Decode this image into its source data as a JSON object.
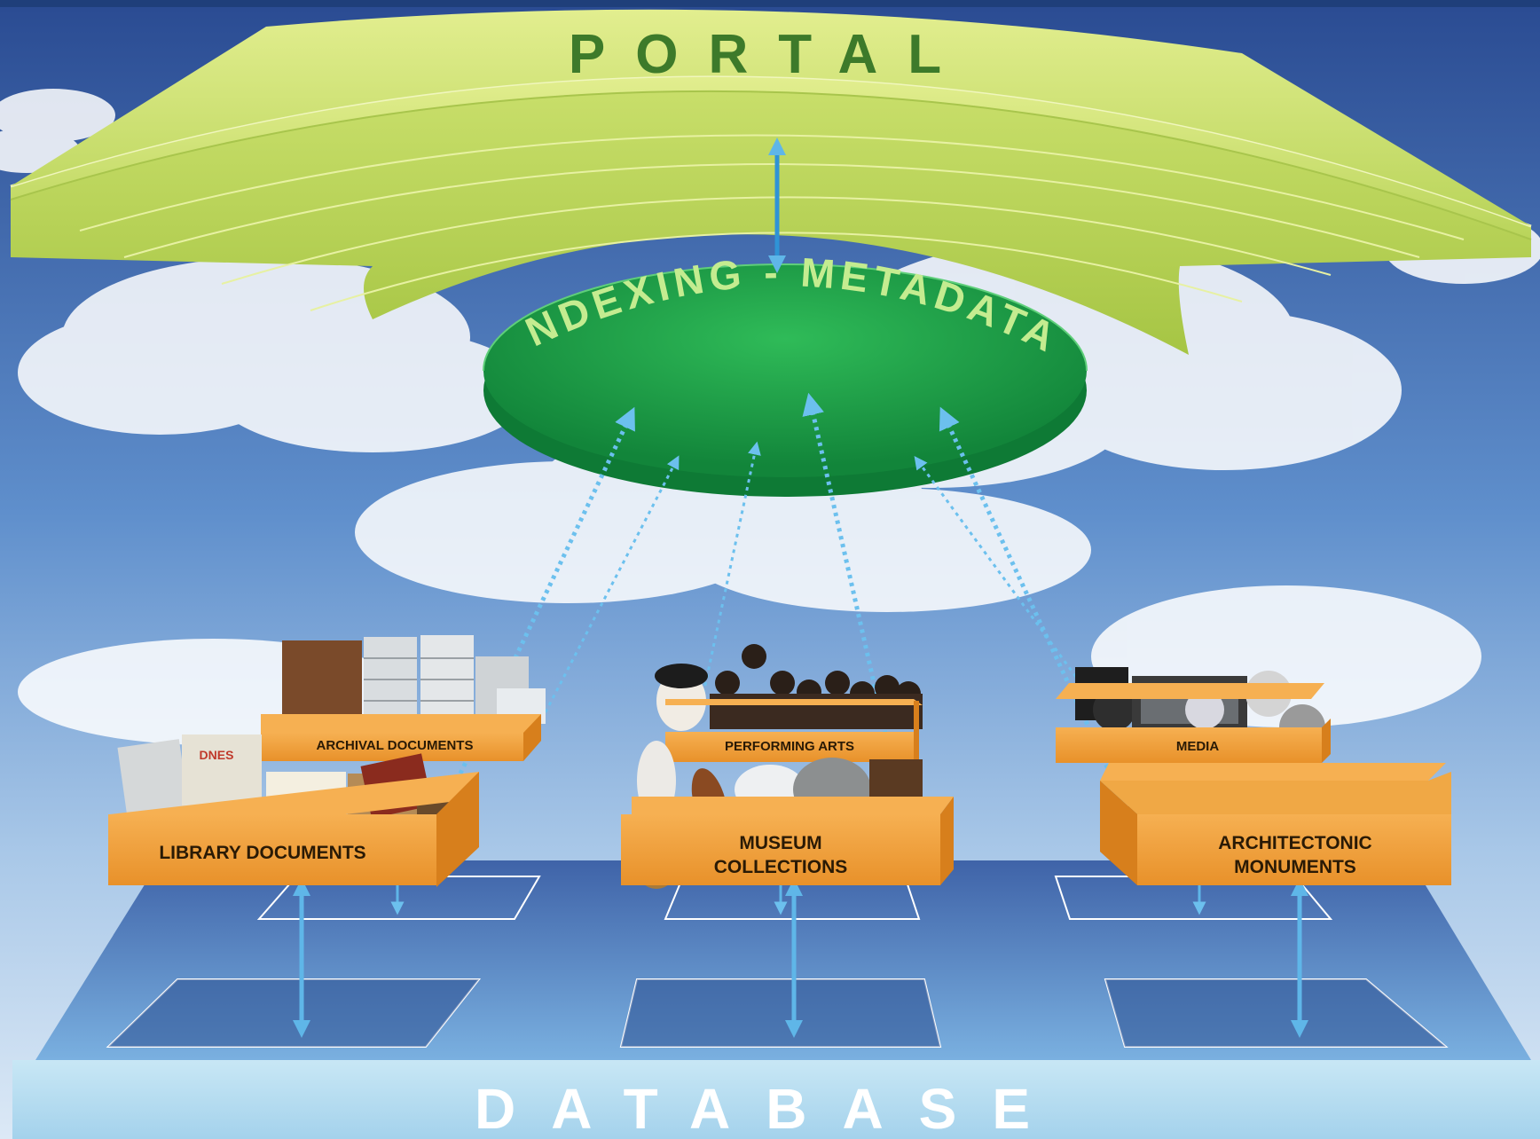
{
  "portal": {
    "label": "PORTAL"
  },
  "indexing": {
    "label": "INDEXING - METADATA"
  },
  "database": {
    "label": "DATABASE"
  },
  "boxes": {
    "archival": {
      "label": "ARCHIVAL DOCUMENTS"
    },
    "library": {
      "label": "LIBRARY DOCUMENTS"
    },
    "performing": {
      "label": "PERFORMING ARTS"
    },
    "museum": {
      "label_line1": "MUSEUM",
      "label_line2": "COLLECTIONS"
    },
    "media": {
      "label": "MEDIA"
    },
    "architectonic": {
      "label_line1": "ARCHITECTONIC",
      "label_line2": "MONUMENTS"
    }
  },
  "colors": {
    "sky_top": "#2c4f96",
    "sky_mid": "#6f9bd0",
    "portal_face": "#d6e77a",
    "portal_side": "#b3cf4f",
    "portal_text": "#3d7a2a",
    "disc_top": "#1fa24a",
    "disc_edge": "#0e7a35",
    "disc_text": "#bfe88a",
    "box_front": "#f2a23a",
    "box_label_band": "#e9861d",
    "platform": "#4f77bd",
    "database_band": "#b9dff0",
    "database_text": "#ffffff",
    "arrow": "#5fb6e8"
  }
}
